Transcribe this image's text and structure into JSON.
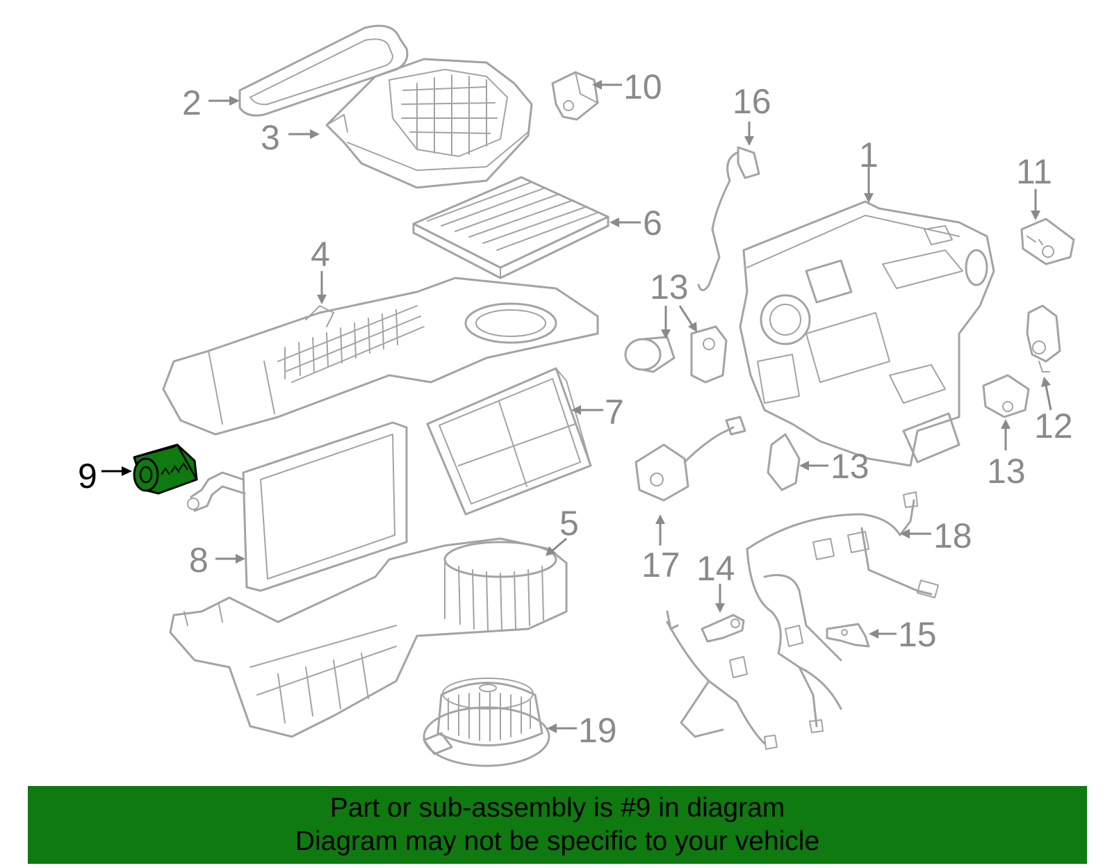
{
  "callouts": {
    "n1": "1",
    "n2": "2",
    "n3": "3",
    "n4": "4",
    "n5": "5",
    "n6": "6",
    "n7": "7",
    "n8": "8",
    "n9": "9",
    "n10": "10",
    "n11": "11",
    "n12": "12",
    "n13": "13",
    "n14": "14",
    "n15": "15",
    "n16": "16",
    "n17": "17",
    "n18": "18",
    "n19": "19"
  },
  "highlight": {
    "callout": "9",
    "fill_color": "#0e7a10",
    "text_color": "#000000"
  },
  "colors": {
    "line_art": "#a3a3a3",
    "callout_text": "#8a8a8a",
    "banner_bg": "#0e7a10"
  },
  "banner": {
    "line1": "Part or sub-assembly is #9 in diagram",
    "line2": "Diagram may not be specific to your vehicle"
  }
}
